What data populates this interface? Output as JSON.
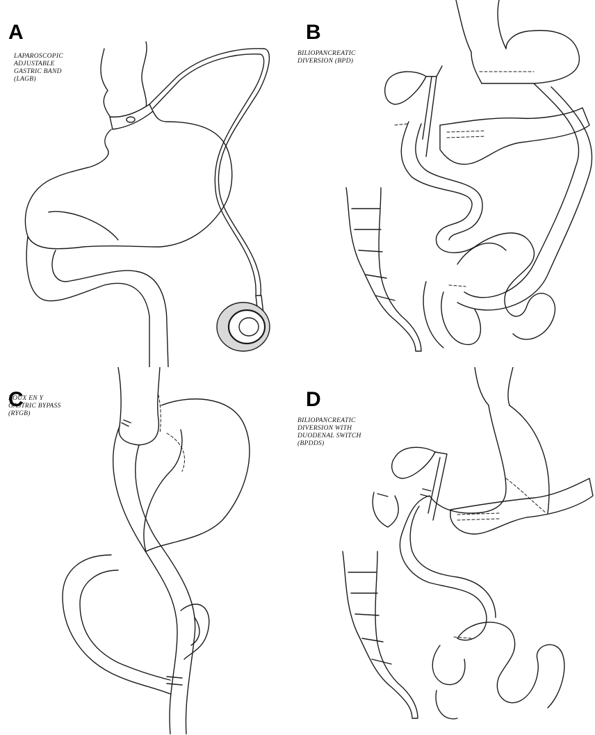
{
  "panels": [
    {
      "letter": "A",
      "caption_lines": [
        "LAPAROSCOPIC",
        "ADJUSTABLE",
        "GASTRIC BAND",
        "(LAGB)"
      ]
    },
    {
      "letter": "B",
      "caption_lines": [
        "BILIOPANCREATIC",
        "DIVERSION (BPD)"
      ]
    },
    {
      "letter": "C",
      "caption_lines": [
        "ROUX EN Y",
        "GASTRIC BYPASS",
        "(RYGB)"
      ]
    },
    {
      "letter": "D",
      "caption_lines": [
        "BILIOPANCREATIC",
        "DIVERSION WITH",
        "DUODENAL SWITCH",
        "(BPDDS)"
      ]
    }
  ]
}
